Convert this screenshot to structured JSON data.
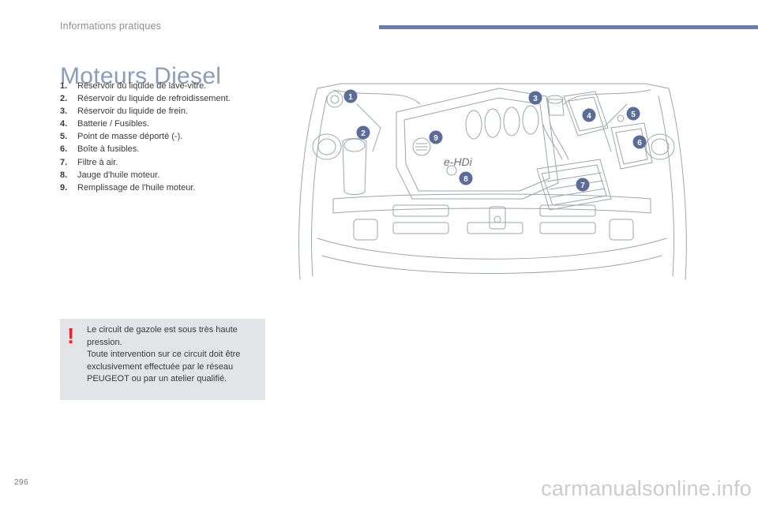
{
  "header": {
    "section_label": "Informations pratiques",
    "accent_color": "#6f7ea6"
  },
  "page_title": "Moteurs Diesel",
  "legend": [
    {
      "number": "1.",
      "text": "Réservoir du liquide de lave-vitre."
    },
    {
      "number": "2.",
      "text": "Réservoir du liquide de refroidissement."
    },
    {
      "number": "3.",
      "text": "Réservoir du liquide de frein."
    },
    {
      "number": "4.",
      "text": "Batterie / Fusibles."
    },
    {
      "number": "5.",
      "text": "Point de masse déporté (-)."
    },
    {
      "number": "6.",
      "text": "Boîte à fusibles."
    },
    {
      "number": "7.",
      "text": "Filtre à air."
    },
    {
      "number": "8.",
      "text": "Jauge d'huile moteur."
    },
    {
      "number": "9.",
      "text": "Remplissage de l'huile moteur."
    }
  ],
  "diagram": {
    "engine_label": "e-HDi",
    "callout_color": "#5a6d99",
    "callouts": [
      "1",
      "2",
      "3",
      "4",
      "5",
      "6",
      "7",
      "8",
      "9"
    ]
  },
  "warning": {
    "icon": "exclamation-icon",
    "icon_color": "#e3262c",
    "lines": [
      "Le circuit de gazole est sous très haute",
      "pression.",
      "Toute intervention sur ce circuit doit être",
      "exclusivement effectuée par le réseau",
      "PEUGEOT ou par un atelier qualifié."
    ]
  },
  "footer": {
    "page_number": "296",
    "watermark": "carmanualsonline.info"
  }
}
